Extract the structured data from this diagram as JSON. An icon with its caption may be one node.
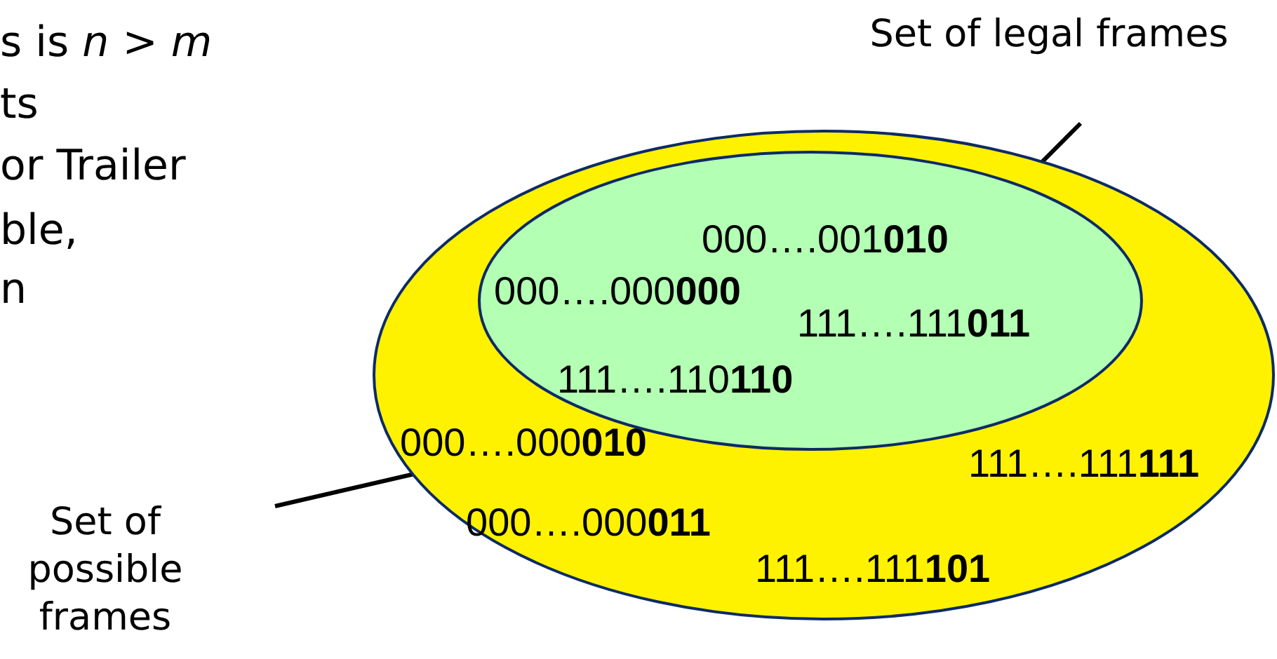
{
  "diagram": {
    "nodes": [
      {
        "text": [
          "Set of legal frames"
        ]
      },
      {
        "text": [
          "Set of possible frames"
        ]
      },
      {
        "text": [
          "000….000**010**",
          "111….111**111**",
          "000….000**011**",
          "111….111**101**"
        ]
      },
      {
        "text": [
          "000….001**010**",
          "000….000**000**",
          "111….111**011**",
          "111….110**110**"
        ],
        "in": 2
      }
    ],
    "edges": [
      {
        "from": 0,
        "to": 3,
        "arrow": "none"
      },
      {
        "from": 1,
        "to": 2,
        "arrow": "none"
      }
    ],
    "labels": [
      "s is *n* > *m*",
      "ts",
      "or Trailer",
      "ble,",
      "n"
    ]
  }
}
